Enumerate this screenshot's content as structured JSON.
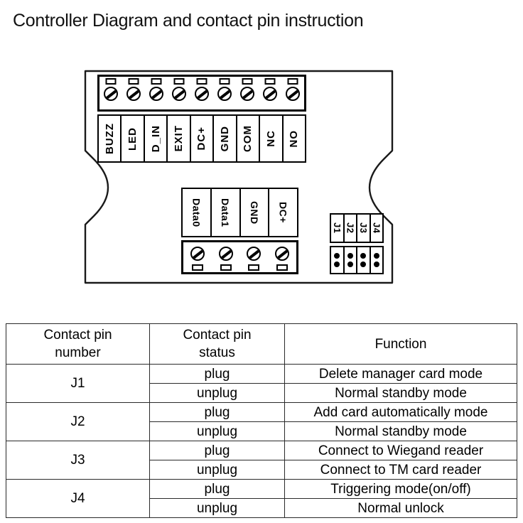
{
  "title": "Controller Diagram and contact pin instruction",
  "diagram": {
    "name": "controller-board-diagram",
    "top_terminal": {
      "name": "top-terminal-block",
      "screw_count": 9,
      "labels": [
        "BUZZ",
        "LED",
        "D_IN",
        "EXIT",
        "DC+",
        "GND",
        "COM",
        "NC",
        "NO"
      ]
    },
    "bottom_terminal": {
      "name": "bottom-terminal-block",
      "screw_count": 4,
      "labels": [
        "Data0",
        "Data1",
        "GND",
        "DC+"
      ]
    },
    "jumper_block": {
      "name": "jumper-pin-block",
      "labels": [
        "J1",
        "J2",
        "J3",
        "J4"
      ],
      "pins_per_jumper": 2
    }
  },
  "table": {
    "headers": [
      "Contact pin number",
      "Contact pin status",
      "Function"
    ],
    "headers_lines": {
      "col1_line1": "Contact pin",
      "col1_line2": "number",
      "col2_line1": "Contact pin",
      "col2_line2": "status",
      "col3_line1": "Function"
    },
    "rows": [
      {
        "pin": "J1",
        "entries": [
          {
            "status": "plug",
            "function": "Delete manager card mode"
          },
          {
            "status": "unplug",
            "function": "Normal standby mode"
          }
        ]
      },
      {
        "pin": "J2",
        "entries": [
          {
            "status": "plug",
            "function": "Add card automatically mode"
          },
          {
            "status": "unplug",
            "function": "Normal standby mode"
          }
        ]
      },
      {
        "pin": "J3",
        "entries": [
          {
            "status": "plug",
            "function": "Connect to Wiegand reader"
          },
          {
            "status": "unplug",
            "function": "Connect to TM card reader"
          }
        ]
      },
      {
        "pin": "J4",
        "entries": [
          {
            "status": "plug",
            "function": "Triggering mode(on/off)"
          },
          {
            "status": "unplug",
            "function": "Normal unlock"
          }
        ]
      }
    ]
  },
  "colors": {
    "ink": "#000000",
    "board_outline": "#1a1a1a",
    "background": "#ffffff"
  }
}
